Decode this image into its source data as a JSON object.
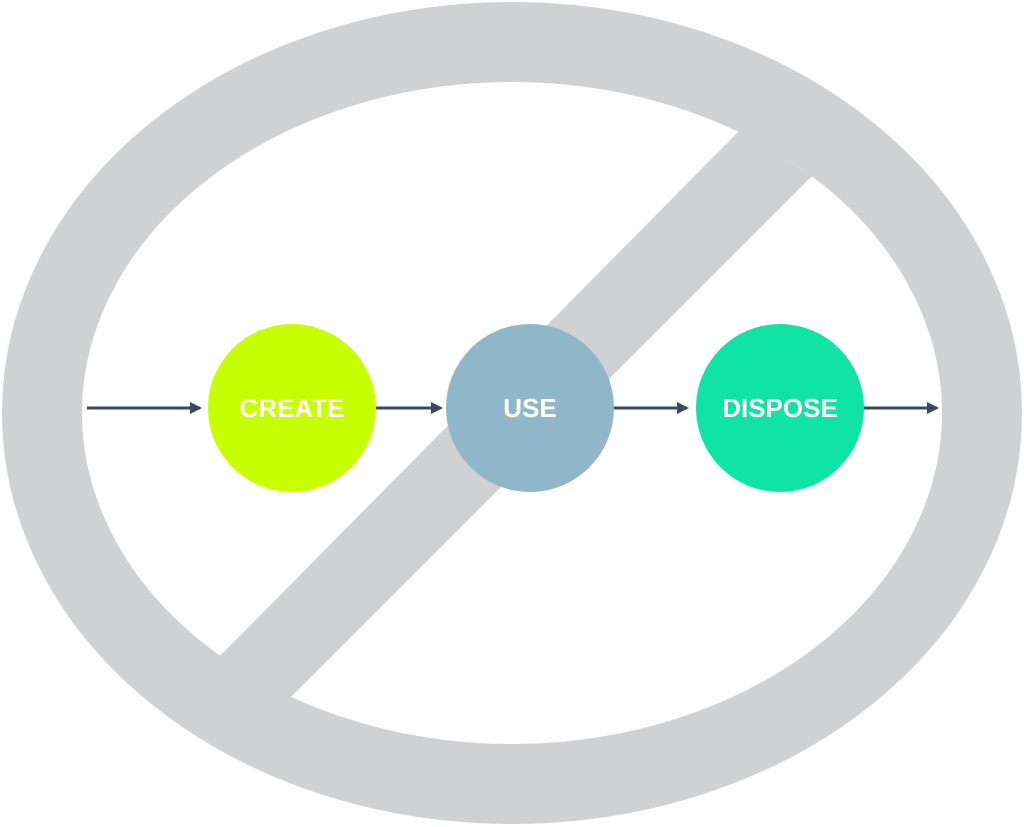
{
  "diagram": {
    "stages": [
      {
        "label": "CREATE",
        "color": "#C8FF00"
      },
      {
        "label": "USE",
        "color": "#8FB7C9"
      },
      {
        "label": "DISPOSE",
        "color": "#0FE4A2"
      }
    ],
    "prohibition_symbol": {
      "color": "#D0D1D3"
    },
    "arrow_color": "#3A4A5C"
  }
}
